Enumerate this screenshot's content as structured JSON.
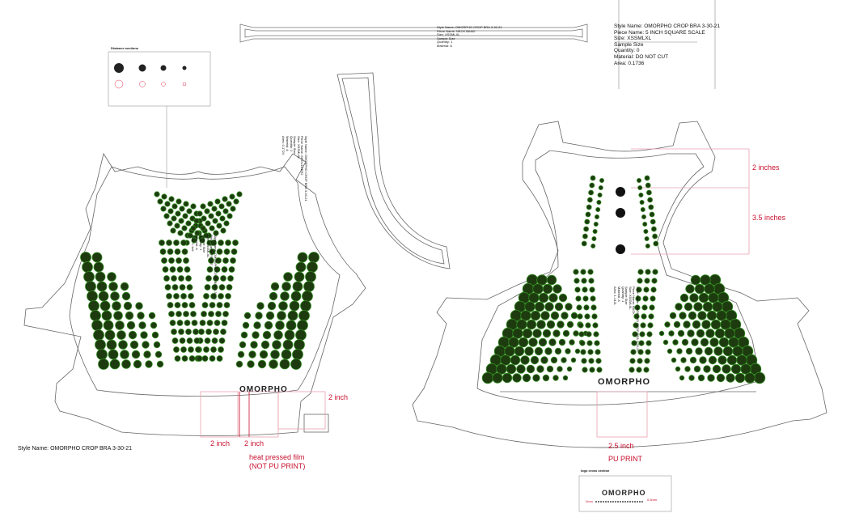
{
  "top_band": {
    "lines": [
      "Style Name: OMORPHO CROP BRA 3-30-21",
      "Piece Name: NECK BAND",
      "Size: XSSMLXL",
      "Sample Size",
      "Quantity: 1",
      "Material: A"
    ]
  },
  "scale_block": {
    "lines": [
      "Style Name: OMORPHO CROP BRA 3-30-21",
      "Piece Name: 5 INCH SQUARE SCALE",
      "Size: XSSMLXL",
      "Sample Size",
      "Quantity: 0",
      "Material: DO NOT CUT",
      "Area: 0.1736"
    ]
  },
  "distance_box": {
    "title": "Distance sections"
  },
  "shoulder_piece": {
    "lines": [
      "Style Name: OMORPHO CROP BRA 3-30-21",
      "Piece Name: SHOULDER2",
      "Size: XSSMLXL",
      "Sample Size",
      "Quantity: 2",
      "Material: A",
      "Area: 0.1724"
    ]
  },
  "left_piece": {
    "lines": [
      "Style Name: OMORPHO CROP BRA 3-30-21",
      "Piece Name: FRONT",
      "Size: XSSMLXL",
      "Sample Size",
      "Quantity: 1",
      "Material: A",
      "Area: 1.1x6"
    ],
    "logo": "OMORPHO"
  },
  "right_piece": {
    "lines": [
      "Style Name: OMORPHO CROP BRA 3-30-21",
      "Piece Name: BACK",
      "Size: XSSMLXL",
      "Sample Size",
      "Quantity: 1",
      "Material: A",
      "Area: 1.1421"
    ],
    "logo": "OMORPHO"
  },
  "dimensions": {
    "left_right_height": "2 inch",
    "left_bottom_a": "2 inch",
    "left_bottom_b": "2 inch",
    "right_top": "2 inches",
    "right_mid": "3.5 inches",
    "right_bottom": "2.5 inch"
  },
  "notes": {
    "heat_line1": "heat pressed film",
    "heat_line2": "(NOT PU PRINT)",
    "pu_print": "PU PRINT"
  },
  "style_label": "Style Name: OMORPHO CROP BRA 3-30-21",
  "logo_sample": {
    "title": "logo cross section",
    "logo": "OMORPHO",
    "left_mark": "2mm",
    "right_mark": "0.5mm"
  },
  "colors": {
    "line": "#555555",
    "dim_red": "#c8102e",
    "dot_fill": "#1e3b10",
    "dot_stroke": "#2f8a1e"
  }
}
